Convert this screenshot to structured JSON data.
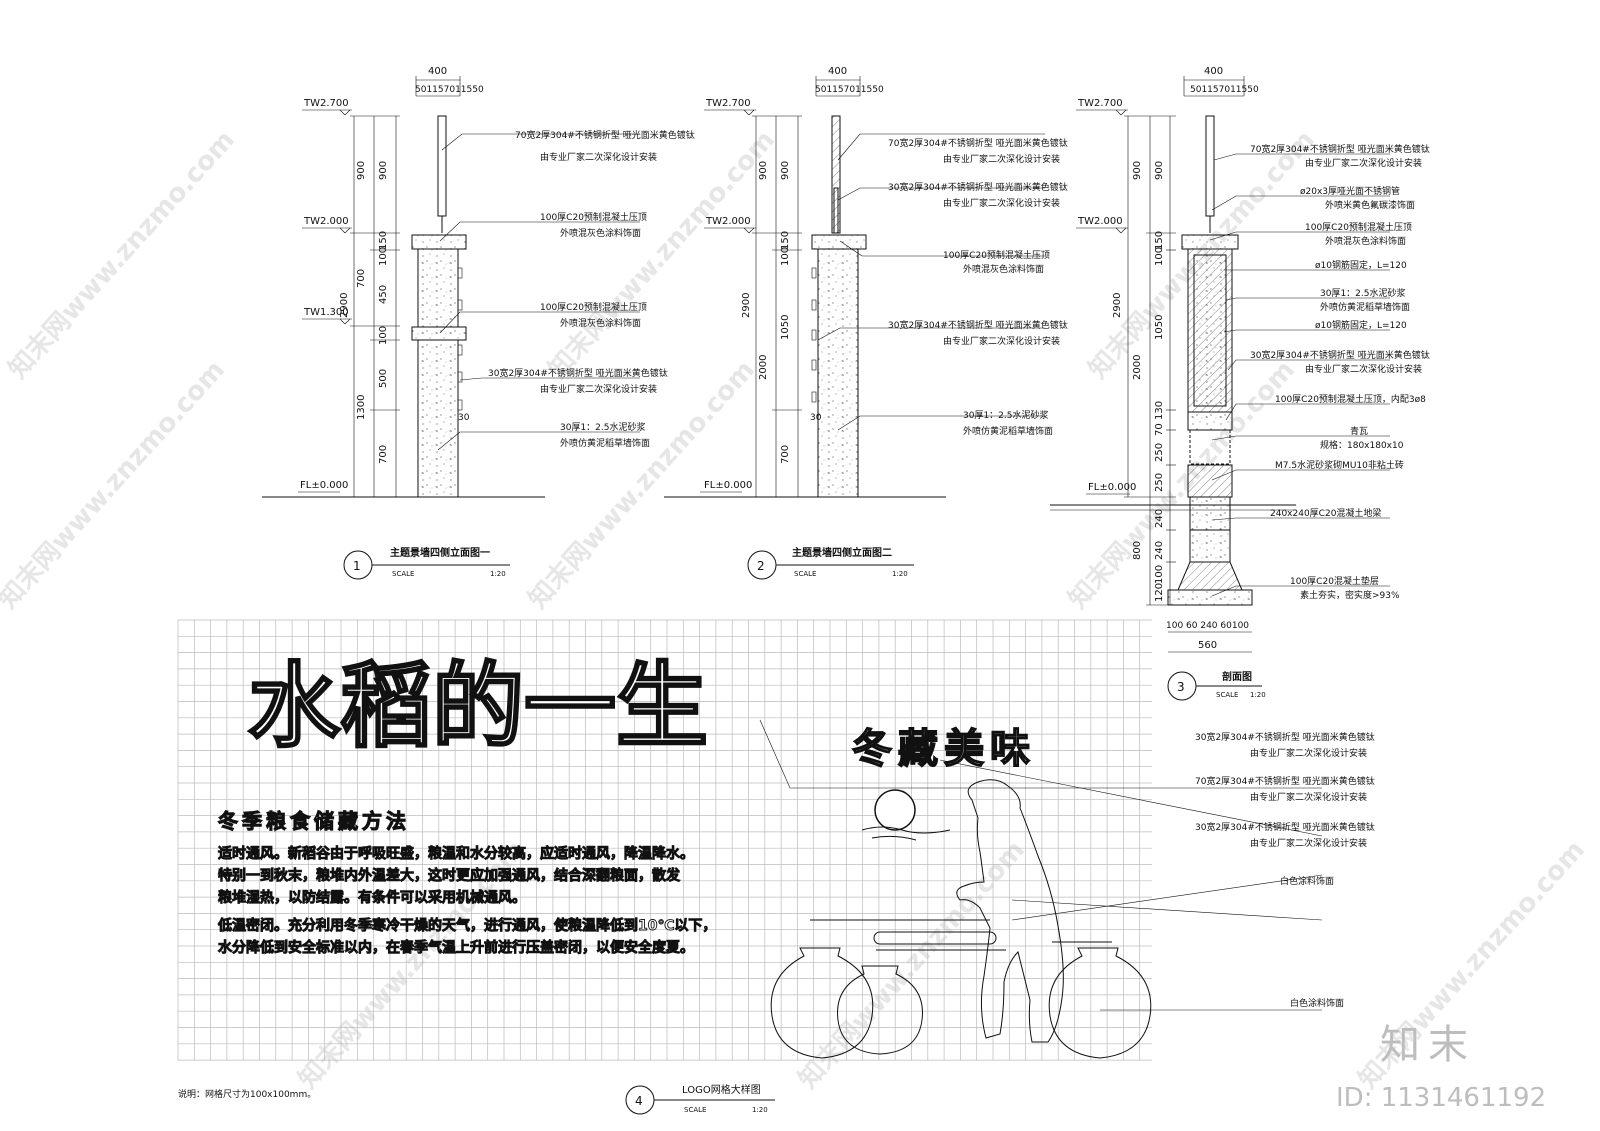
{
  "elevation1": {
    "width_dim": "400",
    "sub_dims": "501157011550",
    "levels": [
      "TW2.700",
      "TW2.000",
      "TW1.300",
      "FL±0.000"
    ],
    "dims_outer": [
      "900",
      "700",
      "1300"
    ],
    "dims_total": "2900",
    "dims_inner": [
      "900",
      "150",
      "100",
      "450",
      "100",
      "500",
      "700"
    ],
    "small_dim": "30",
    "notes": [
      [
        "70宽2厚304#不锈钢折型  哑光面米黄色镀钛",
        "由专业厂家二次深化设计安装"
      ],
      [
        "100厚C20预制混凝土压顶",
        "外喷混灰色涂料饰面"
      ],
      [
        "100厚C20预制混凝土压顶",
        "外喷混灰色涂料饰面"
      ],
      [
        "30宽2厚304#不锈钢折型  哑光面米黄色镀钛",
        "由专业厂家二次深化设计安装"
      ],
      [
        "30厚1：2.5水泥砂浆",
        "外喷仿黄泥稻草墙饰面"
      ]
    ],
    "number": "1",
    "title": "主题景墙四侧立面图一",
    "scale_label": "SCALE",
    "scale": "1:20"
  },
  "elevation2": {
    "width_dim": "400",
    "sub_dims": "501157011550",
    "levels": [
      "TW2.700",
      "TW2.000",
      "FL±0.000"
    ],
    "dims_outer": [
      "900",
      "2000"
    ],
    "dims_total": "2900",
    "dims_inner": [
      "900",
      "150",
      "100",
      "1050",
      "700"
    ],
    "small_dim": "30",
    "notes": [
      [
        "70宽2厚304#不锈钢折型  哑光面米黄色镀钛",
        "由专业厂家二次深化设计安装"
      ],
      [
        "30宽2厚304#不锈钢折型  哑光面米黄色镀钛",
        "由专业厂家二次深化设计安装"
      ],
      [
        "100厚C20预制混凝土压顶",
        "外喷混灰色涂料饰面"
      ],
      [
        "30宽2厚304#不锈钢折型  哑光面米黄色镀钛",
        "由专业厂家二次深化设计安装"
      ],
      [
        "30厚1：2.5水泥砂浆",
        "外喷仿黄泥稻草墙饰面"
      ]
    ],
    "number": "2",
    "title": "主题景墙四侧立面图二",
    "scale_label": "SCALE",
    "scale": "1:20"
  },
  "section": {
    "width_dim": "400",
    "sub_dims": "501157011550",
    "levels": [
      "TW2.700",
      "TW2.000",
      "FL±0.000"
    ],
    "dims_outer": [
      "900",
      "2000",
      "800"
    ],
    "dims_total": "2900",
    "dims_inner": [
      "900",
      "150",
      "100",
      "1050",
      "130",
      "70",
      "250",
      "250",
      "240",
      "240",
      "100",
      "120"
    ],
    "bottom_dims": "100 60 240 60100",
    "bottom_total": "560",
    "notes": [
      [
        "70宽2厚304#不锈钢折型  哑光面米黄色镀钛",
        "由专业厂家二次深化设计安装"
      ],
      [
        "ø20x3厚哑光面不锈钢管",
        "外喷米黄色氟碳漆饰面"
      ],
      [
        "100厚C20预制混凝土压顶",
        "外喷混灰色涂料饰面"
      ],
      [
        "ø10钢筋固定，L=120"
      ],
      [
        "30厚1：2.5水泥砂浆",
        "外喷仿黄泥稻草墙饰面"
      ],
      [
        "ø10钢筋固定，L=120"
      ],
      [
        "30宽2厚304#不锈钢折型  哑光面米黄色镀钛",
        "由专业厂家二次深化设计安装"
      ],
      [
        "100厚C20预制混凝土压顶，内配3ø8"
      ],
      [
        "青瓦",
        "规格：180x180x10"
      ],
      [
        "M7.5水泥砂浆砌MU10非粘土砖"
      ],
      [
        "240x240厚C20混凝土地梁"
      ],
      [
        "100厚C20混凝土垫层",
        "素土夯实，密实度>93%"
      ]
    ],
    "number": "3",
    "title": "剖面图",
    "scale_label": "SCALE",
    "scale": "1:20"
  },
  "logo": {
    "main_title": "水稻的一生",
    "sub_title": "冬藏美味",
    "heading": "冬季粮食储藏方法",
    "paragraph": [
      "适时通风。新稻谷由于呼吸旺盛，粮温和水分较高，应适时通风，降温降水。",
      "特别一到秋末，粮堆内外温差大，这时更应加强通风，结合深翻粮面，散发",
      "粮堆湿热，以防结露。有条件可以采用机械通风。",
      "低温密闭。充分利用冬季寒冷干燥的天气，进行通风，使粮温降低到10℃以下，",
      "水分降低到安全标准以内，在春季气温上升前进行压盖密闭，以便安全度夏。"
    ],
    "callouts": [
      [
        "30宽2厚304#不锈钢折型  哑光面米黄色镀钛",
        "由专业厂家二次深化设计安装"
      ],
      [
        "70宽2厚304#不锈钢折型  哑光面米黄色镀钛",
        "由专业厂家二次深化设计安装"
      ],
      [
        "30宽2厚304#不锈钢折型  哑光面米黄色镀钛",
        "由专业厂家二次深化设计安装"
      ],
      [
        "白色涂料饰面"
      ],
      [
        "白色涂料饰面"
      ]
    ],
    "grid_note": "说明：网格尺寸为100x100mm。",
    "number": "4",
    "title": "LOGO网格大样图",
    "scale_label": "SCALE",
    "scale": "1:20"
  },
  "watermark": {
    "text": "知末网www.znzmo.com",
    "brand": "知末",
    "id": "ID: 1131461192"
  }
}
